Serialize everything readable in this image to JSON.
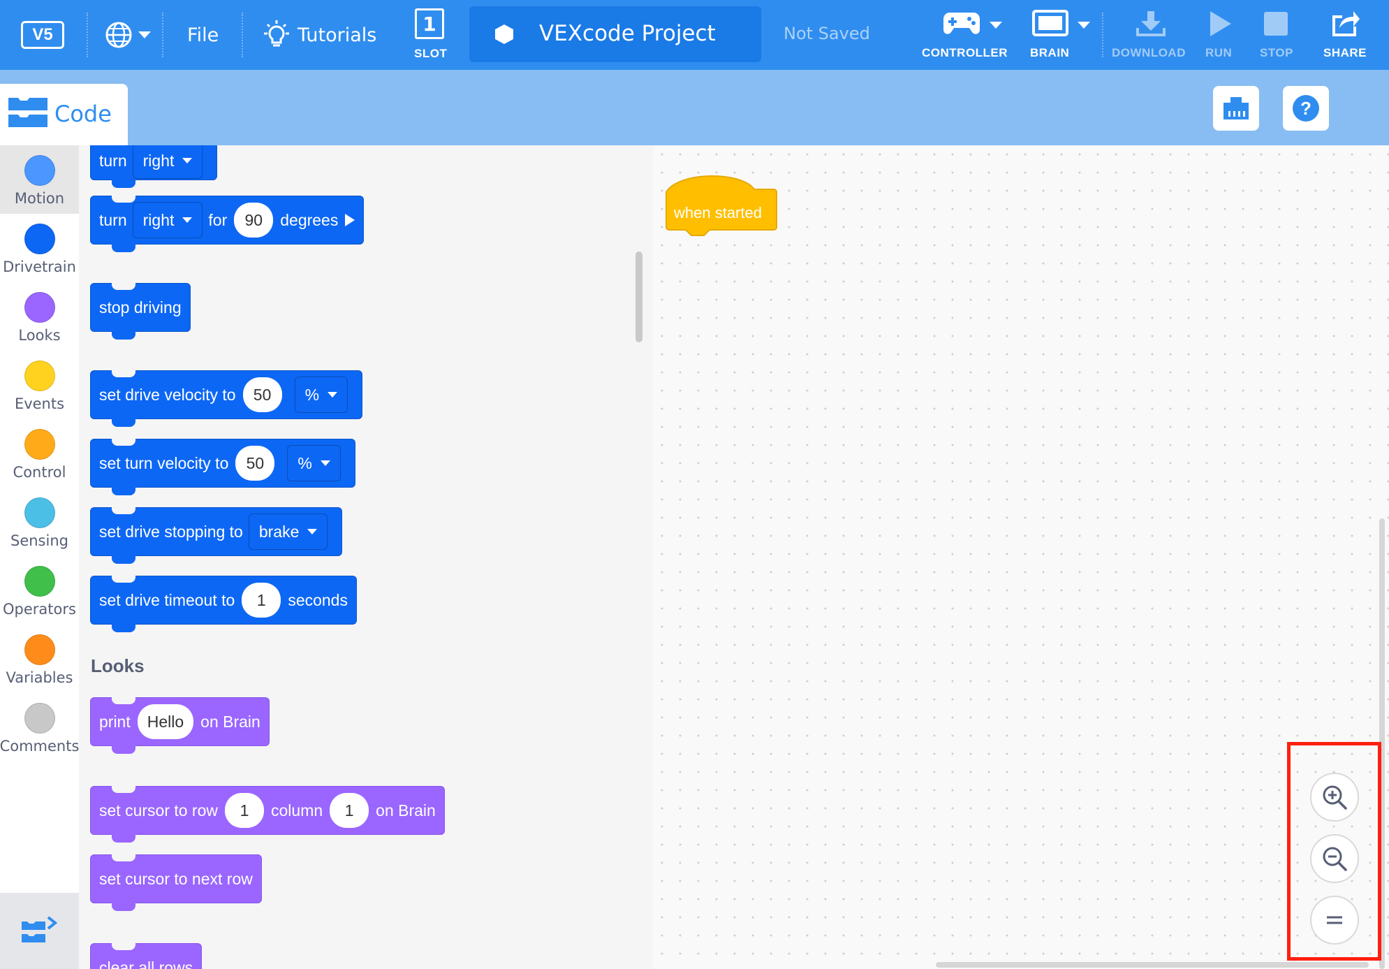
{
  "topbar": {
    "logo_text": "V5",
    "file_label": "File",
    "tutorials_label": "Tutorials",
    "slot_number": "1",
    "slot_label": "SLOT",
    "project_title": "VEXcode Project",
    "save_status": "Not Saved",
    "controller_label": "CONTROLLER",
    "brain_label": "BRAIN",
    "download_label": "DOWNLOAD",
    "run_label": "RUN",
    "stop_label": "STOP",
    "share_label": "SHARE",
    "bg_color": "#2f8def"
  },
  "code_tab": {
    "label": "Code"
  },
  "categories": [
    {
      "name": "Motion",
      "color": "#4c97ff"
    },
    {
      "name": "Drivetrain",
      "color": "#0d67f5"
    },
    {
      "name": "Looks",
      "color": "#9a66ff"
    },
    {
      "name": "Events",
      "color": "#ffd21f"
    },
    {
      "name": "Control",
      "color": "#ffab19"
    },
    {
      "name": "Sensing",
      "color": "#4cbfe6"
    },
    {
      "name": "Operators",
      "color": "#40bf4a"
    },
    {
      "name": "Variables",
      "color": "#ff8c1a"
    },
    {
      "name": "Comments",
      "color": "#c8c8c8"
    }
  ],
  "palette": {
    "b1": {
      "verb": "turn",
      "dir": "right"
    },
    "b2": {
      "verb": "turn",
      "dir": "right",
      "for": "for",
      "val": "90",
      "unit": "degrees"
    },
    "b3": {
      "text": "stop driving"
    },
    "b4": {
      "text": "set drive velocity to",
      "val": "50",
      "unit": "%"
    },
    "b5": {
      "text": "set turn velocity to",
      "val": "50",
      "unit": "%"
    },
    "b6": {
      "text": "set drive stopping to",
      "opt": "brake"
    },
    "b7": {
      "text": "set drive timeout to",
      "val": "1",
      "unit": "seconds"
    },
    "looks_title": "Looks",
    "b8": {
      "pre": "print",
      "val": "Hello",
      "post": "on Brain"
    },
    "b9": {
      "pre": "set cursor to row",
      "row": "1",
      "mid": "column",
      "col": "1",
      "post": "on Brain"
    },
    "b10": {
      "text": "set cursor to next row"
    },
    "b11": {
      "text": "clear all rows"
    }
  },
  "workspace": {
    "hat_label": "when started",
    "hat_color": "#ffbf00"
  },
  "zoom": {
    "in_icon": "zoom-in-icon",
    "out_icon": "zoom-out-icon",
    "reset_icon": "zoom-reset-icon",
    "highlight_color": "#ff1f0f"
  }
}
